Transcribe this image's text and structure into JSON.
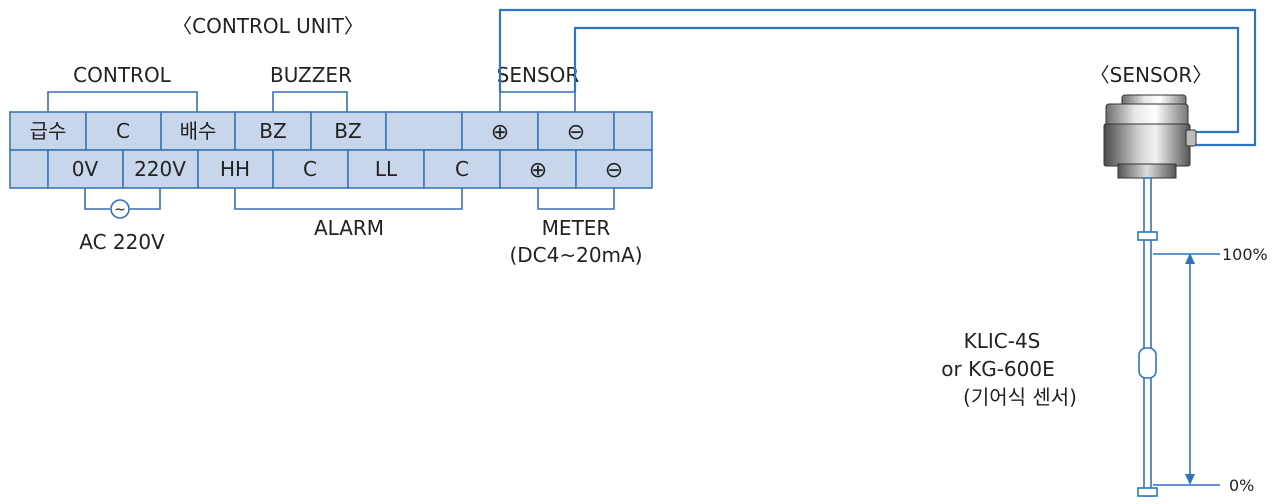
{
  "titles": {
    "control_unit": "〈CONTROL UNIT〉",
    "sensor": "〈SENSOR〉"
  },
  "groups": {
    "control": "CONTROL",
    "buzzer": "BUZZER",
    "sensor": "SENSOR",
    "ac": "AC 220V",
    "alarm": "ALARM",
    "meter_line1": "METER",
    "meter_line2": "(DC4~20mA)"
  },
  "terminals": {
    "top": [
      "급수",
      "C",
      "배수",
      "BZ",
      "BZ",
      "",
      "⊕",
      "⊖",
      ""
    ],
    "bottom": [
      "",
      "0V",
      "220V",
      "HH",
      "C",
      "LL",
      "C",
      "⊕",
      "⊖"
    ]
  },
  "ac_symbol": "~",
  "sensor_model": {
    "line1": "KLIC-4S",
    "line2": "or KG-600E",
    "line3": "(기어식 센서)"
  },
  "levels": {
    "high": "100%",
    "low": "0%"
  },
  "colors": {
    "terminal_fill": "#c8d6ec",
    "terminal_border": "#3a78b8",
    "wire": "#2f74c0"
  }
}
